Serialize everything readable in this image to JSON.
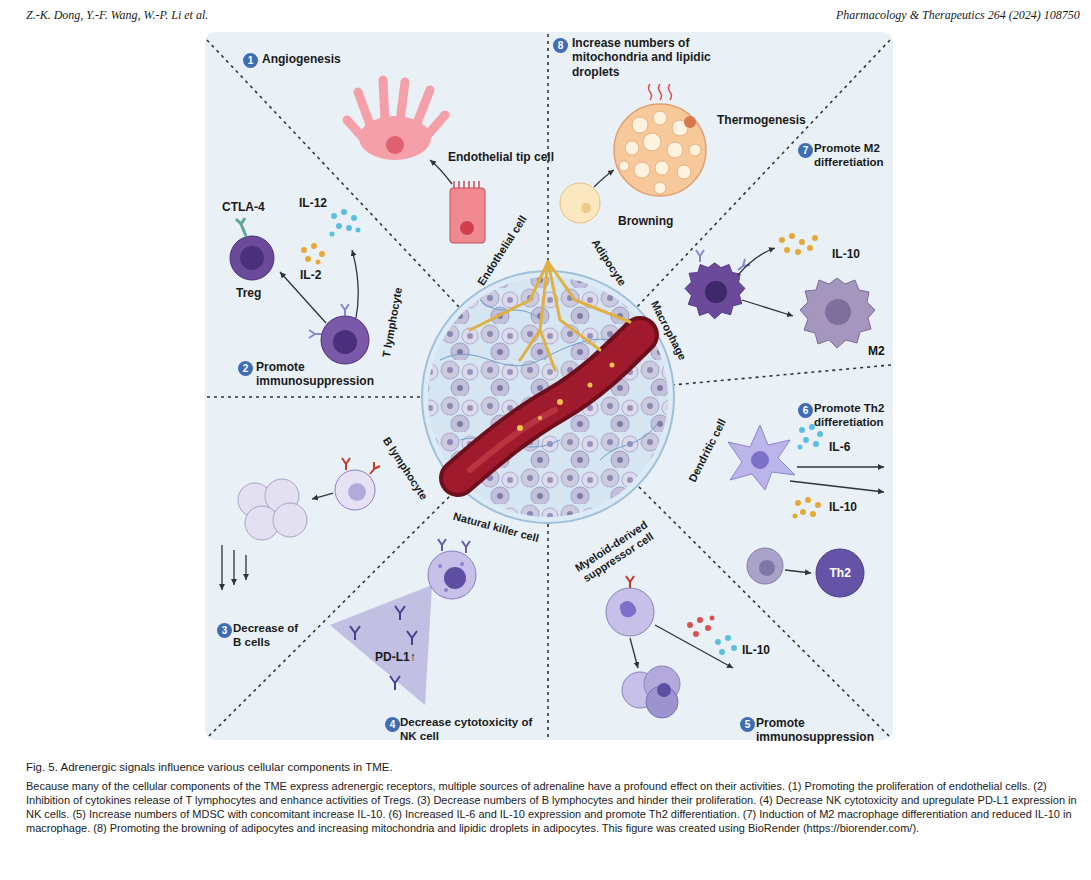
{
  "diagram": {
    "caption": "Fig. 5. Adrenergic signals influence various cellular components in TME.",
    "nodes": [
      {
        "text": [
          "M2"
        ]
      },
      {
        "text": [
          "Th2"
        ]
      }
    ],
    "labels": [
      "Z.-K. Dong, Y.-F. Wang, W.-P. Li et al.",
      "Pharmacology & Therapeutics 264 (2024) 108750",
      "1",
      "Angiogenesis",
      "Endothelial tip cell",
      "Endothelial cell",
      "8",
      "Increase numbers of mitochondria and lipidic droplets",
      "Thermogenesis",
      "Browning",
      "Adipocyte",
      "7",
      "Promote M2 differetiation",
      "IL-10",
      "Macrophage",
      "CTLA-4",
      "IL-12",
      "IL-2",
      "Treg",
      "T lymphocyte",
      "2",
      "Promote immunosuppression",
      "6",
      "Promote Th2 differetiation",
      "IL-6",
      "IL-10",
      "Dendritic cell",
      "B lymphocyte",
      "3",
      "Decrease of B cells",
      "Natural killer cell",
      "Myeloid-derived suppressor cell",
      "PD-L1↑",
      "IL-10",
      "4",
      "Decrease cytotoxicity of NK cell",
      "5",
      "Promote immunosuppression",
      "Because many of the cellular components of the TME express adrenergic receptors, multiple sources of adrenaline have a profound effect on their activities. (1) Promoting the proliferation of endothelial cells. (2) Inhibition of cytokines release of T lymphocytes and enhance activities of Tregs. (3) Decrease numbers of B lymphocytes and hinder their proliferation. (4) Decrease NK cytotoxicity and upregulate PD-L1 expression in NK cells. (5) Increase numbers of MDSC with concomitant increase IL-10. (6) Increased IL-6 and IL-10 expression and promote Th2 differentiation. (7) Induction of M2 macrophage differentiation and reduced IL-10 in macrophage. (8) Promoting the browning of adipocytes and increasing mitochondria and lipidic droplets in adipocytes. This figure was created using BioRender (https://biorender.com/)."
    ]
  }
}
